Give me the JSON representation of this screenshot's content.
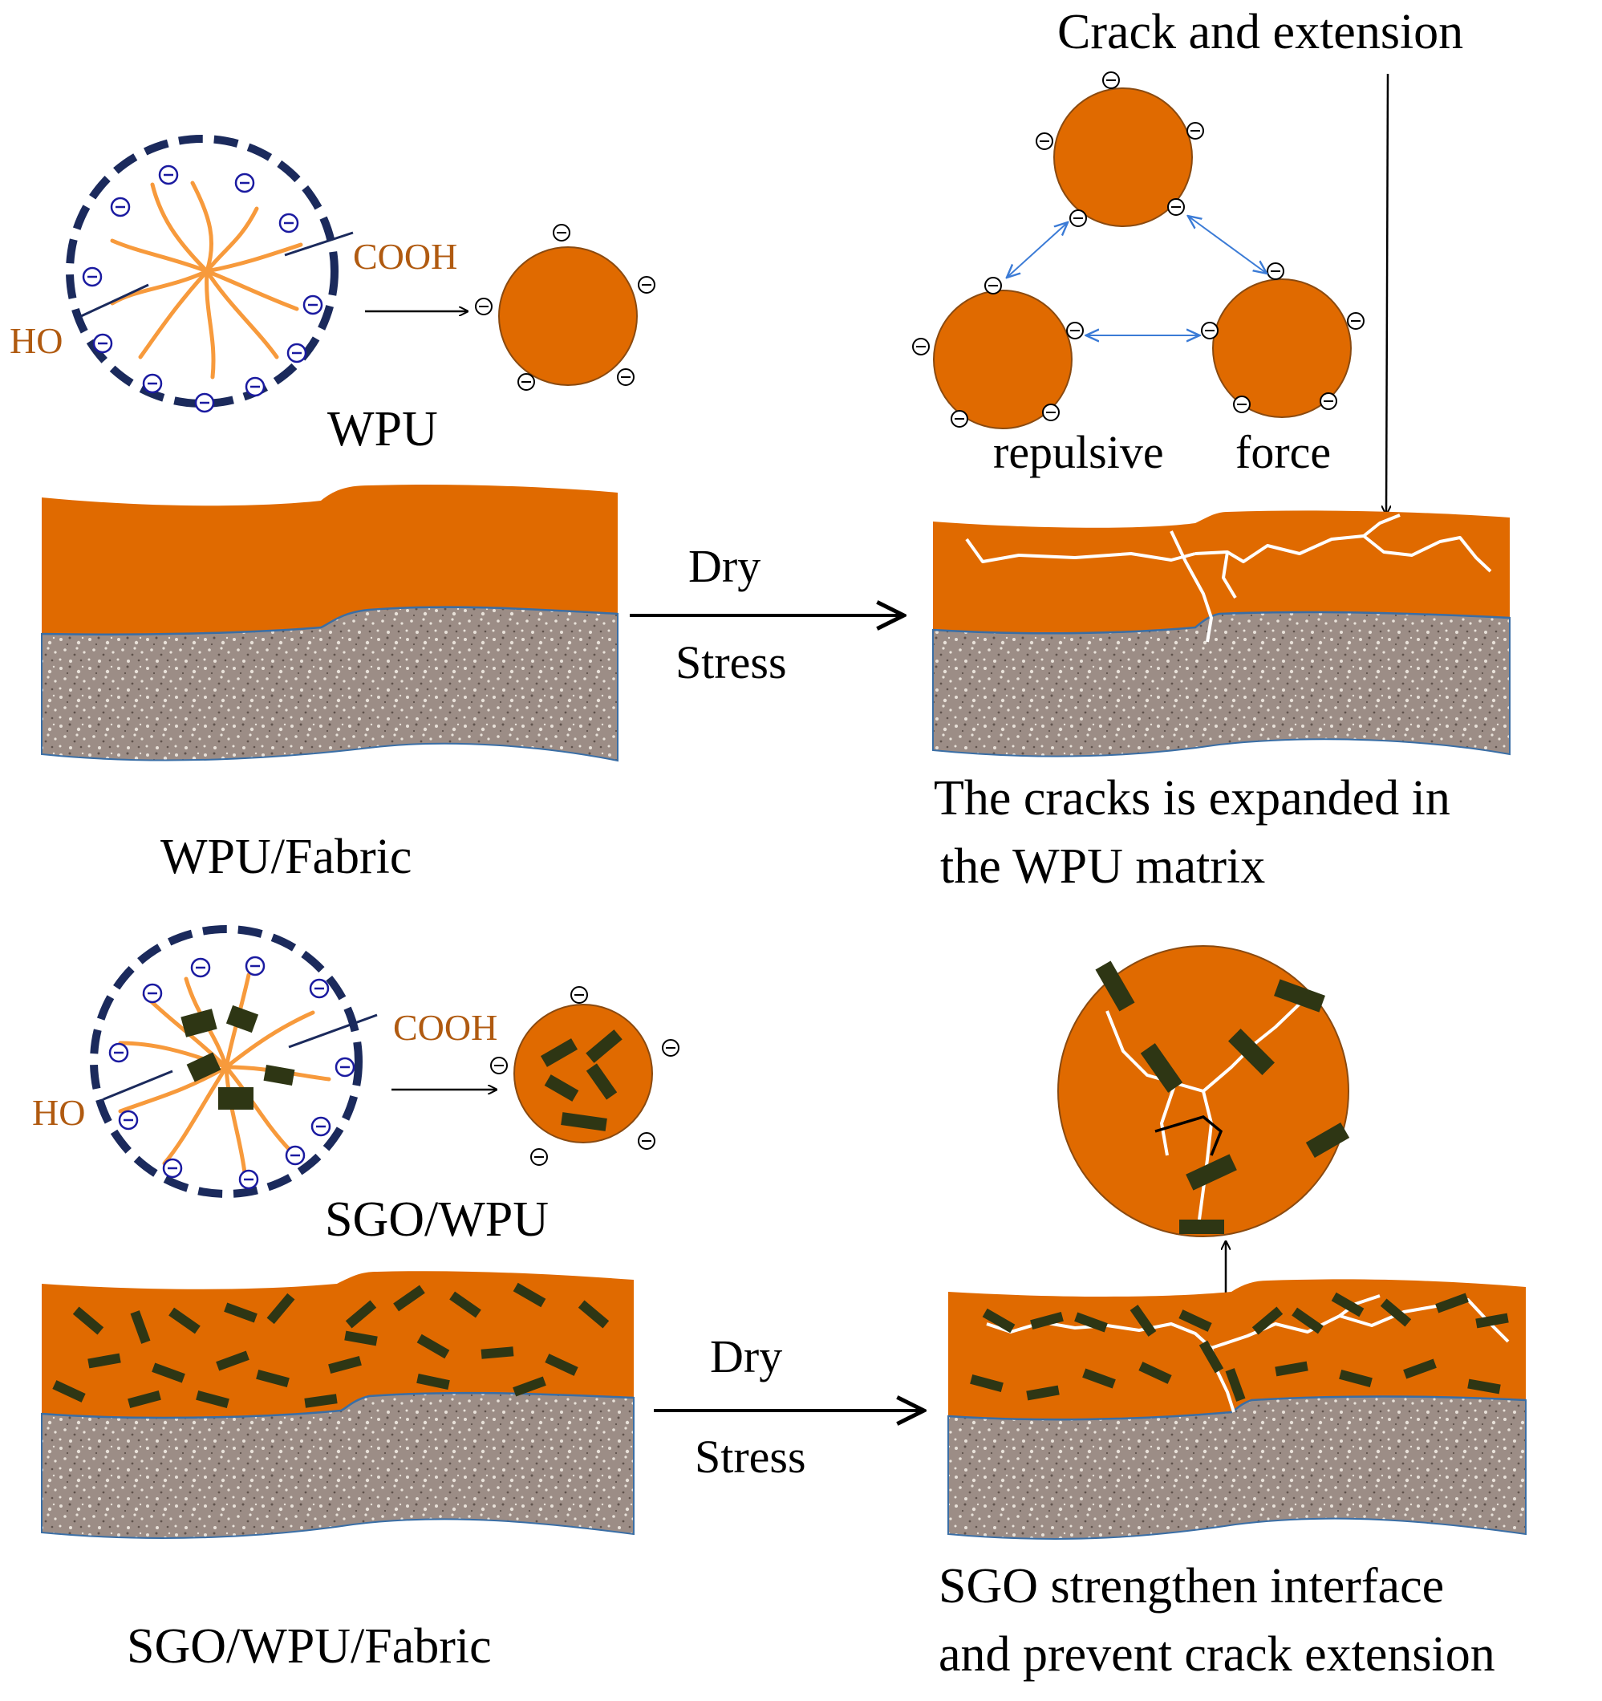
{
  "labels": {
    "cooh_top": "COOH",
    "ho_top": "HO",
    "wpu": "WPU",
    "crack_and_extension": "Crack and extension",
    "repulsive": "repulsive",
    "force": "force",
    "dry_top": "Dry",
    "stress_top": "Stress",
    "wpu_fabric": "WPU/Fabric",
    "cracks_line1": "The cracks is  expanded in",
    "cracks_line2": "the WPU matrix",
    "cooh_bottom": "COOH",
    "ho_bottom": "HO",
    "sgo_wpu": "SGO/WPU",
    "dry_bottom": "Dry",
    "stress_bottom": "Stress",
    "sgo_wpu_fabric": "SGO/WPU/Fabric",
    "sgo_line1": "SGO  strengthen interface",
    "sgo_line2": "and prevent crack  extension"
  },
  "symbols": {
    "negative_charge": "⊖"
  },
  "colors": {
    "wpu_orange": "#e06a00",
    "fabric_gray": "#9c8d86",
    "fabric_speckle": "#e9e2da",
    "sgo_sheet": "#2e3614",
    "micelle_border": "#1b2a5c",
    "chain_orange": "#f79a3c",
    "charge_blue": "#1a1aa0",
    "arrow_blue": "#3b7bd6",
    "label_brown": "#b05a10",
    "crack_white": "#ffffff"
  }
}
